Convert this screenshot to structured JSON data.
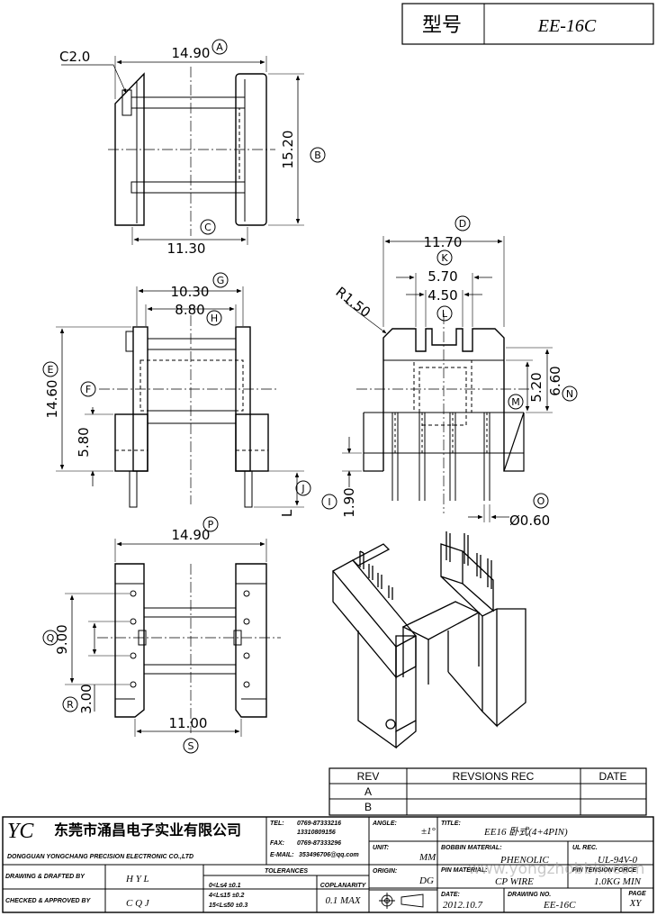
{
  "header": {
    "model_label": "型号",
    "model_value": "EE-16C"
  },
  "dimensions": {
    "A": {
      "letter": "A",
      "value": "14.90"
    },
    "B": {
      "letter": "B",
      "value": "15.20"
    },
    "C": {
      "letter": "C",
      "value": "11.30"
    },
    "chamfer": "C2.0",
    "D": {
      "letter": "D",
      "value": "11.70"
    },
    "K": {
      "letter": "K",
      "value": "5.70"
    },
    "L": {
      "letter": "L",
      "value": "4.50"
    },
    "radius": "R1.50",
    "M": {
      "letter": "M",
      "value": "5.20"
    },
    "N": {
      "letter": "N",
      "value": "6.60"
    },
    "G": {
      "letter": "G",
      "value": "10.30"
    },
    "H": {
      "letter": "H",
      "value": "8.80"
    },
    "E": {
      "letter": "E",
      "value": "14.60"
    },
    "F": {
      "letter": "F",
      "value": "5.80"
    },
    "J": {
      "letter": "J",
      "value": "L"
    },
    "I": {
      "letter": "I",
      "value": "1.90"
    },
    "O": {
      "letter": "O",
      "value": "Ø0.60"
    },
    "P": {
      "letter": "P",
      "value": "14.90"
    },
    "Q": {
      "letter": "Q",
      "value": "9.00"
    },
    "R": {
      "letter": "R",
      "value": "3.00"
    },
    "S": {
      "letter": "S",
      "value": "11.00"
    }
  },
  "revisions": {
    "headers": [
      "REV",
      "REVSIONS REC",
      "DATE"
    ],
    "rows": [
      {
        "rev": "A",
        "rec": "",
        "date": ""
      },
      {
        "rev": "B",
        "rec": "",
        "date": ""
      }
    ]
  },
  "title_block": {
    "logo": "YC",
    "company_cn": "东莞市涌昌电子实业有限公司",
    "company_en": "DONGGUAN YONGCHANG PRECISION ELECTRONIC CO.,LTD",
    "tel_label": "TEL:",
    "tel_1": "0769-87333216",
    "tel_2": "13310809156",
    "fax_label": "FAX:",
    "fax": "0769-87333296",
    "email_label": "E-MAIL:",
    "email": "353496706@qq.com",
    "drawing_label": "DRAWING & DRAFTED BY",
    "drawing_value": "H Y L",
    "checked_label": "CHECKED & APPROVED BY",
    "checked_value": "C Q J",
    "tolerances_label": "TOLERANCES",
    "tol_1": "0<L≤4   ±0.1",
    "tol_2": "4<L≤15  ±0.2",
    "tol_3": "15<L≤50 ±0.3",
    "coplanarity_label": "COPLANARITY",
    "coplanarity_value": "0.1 MAX",
    "angle_label": "ANGLE:",
    "angle_value": "±1°",
    "unit_label": "UNIT:",
    "unit_value": "MM",
    "origin_label": "ORIGIN:",
    "origin_value": "DG",
    "title_label": "TITLE:",
    "title_value": "EE16 卧式(4+4PIN)",
    "bobbin_material_label": "BOBBIN MATERIAL:",
    "bobbin_material_value": "PHENOLIC",
    "ul_rec_label": "UL REC.",
    "ul_rec_value": "UL-94V-0",
    "pin_material_label": "PIN MATERIAL:",
    "pin_material_value": "CP WIRE",
    "pin_tension_label": "PIN TENSION FORCE",
    "pin_tension_value": "1.0KG MIN",
    "date_label": "DATE:",
    "date_value": "2012.10.7",
    "drawing_no_label": "DRAWING NO.",
    "drawing_no_value": "EE-16C",
    "page_label": "PAGE",
    "page_value": "XY",
    "watermark": "www.yongzhobbin.com"
  }
}
